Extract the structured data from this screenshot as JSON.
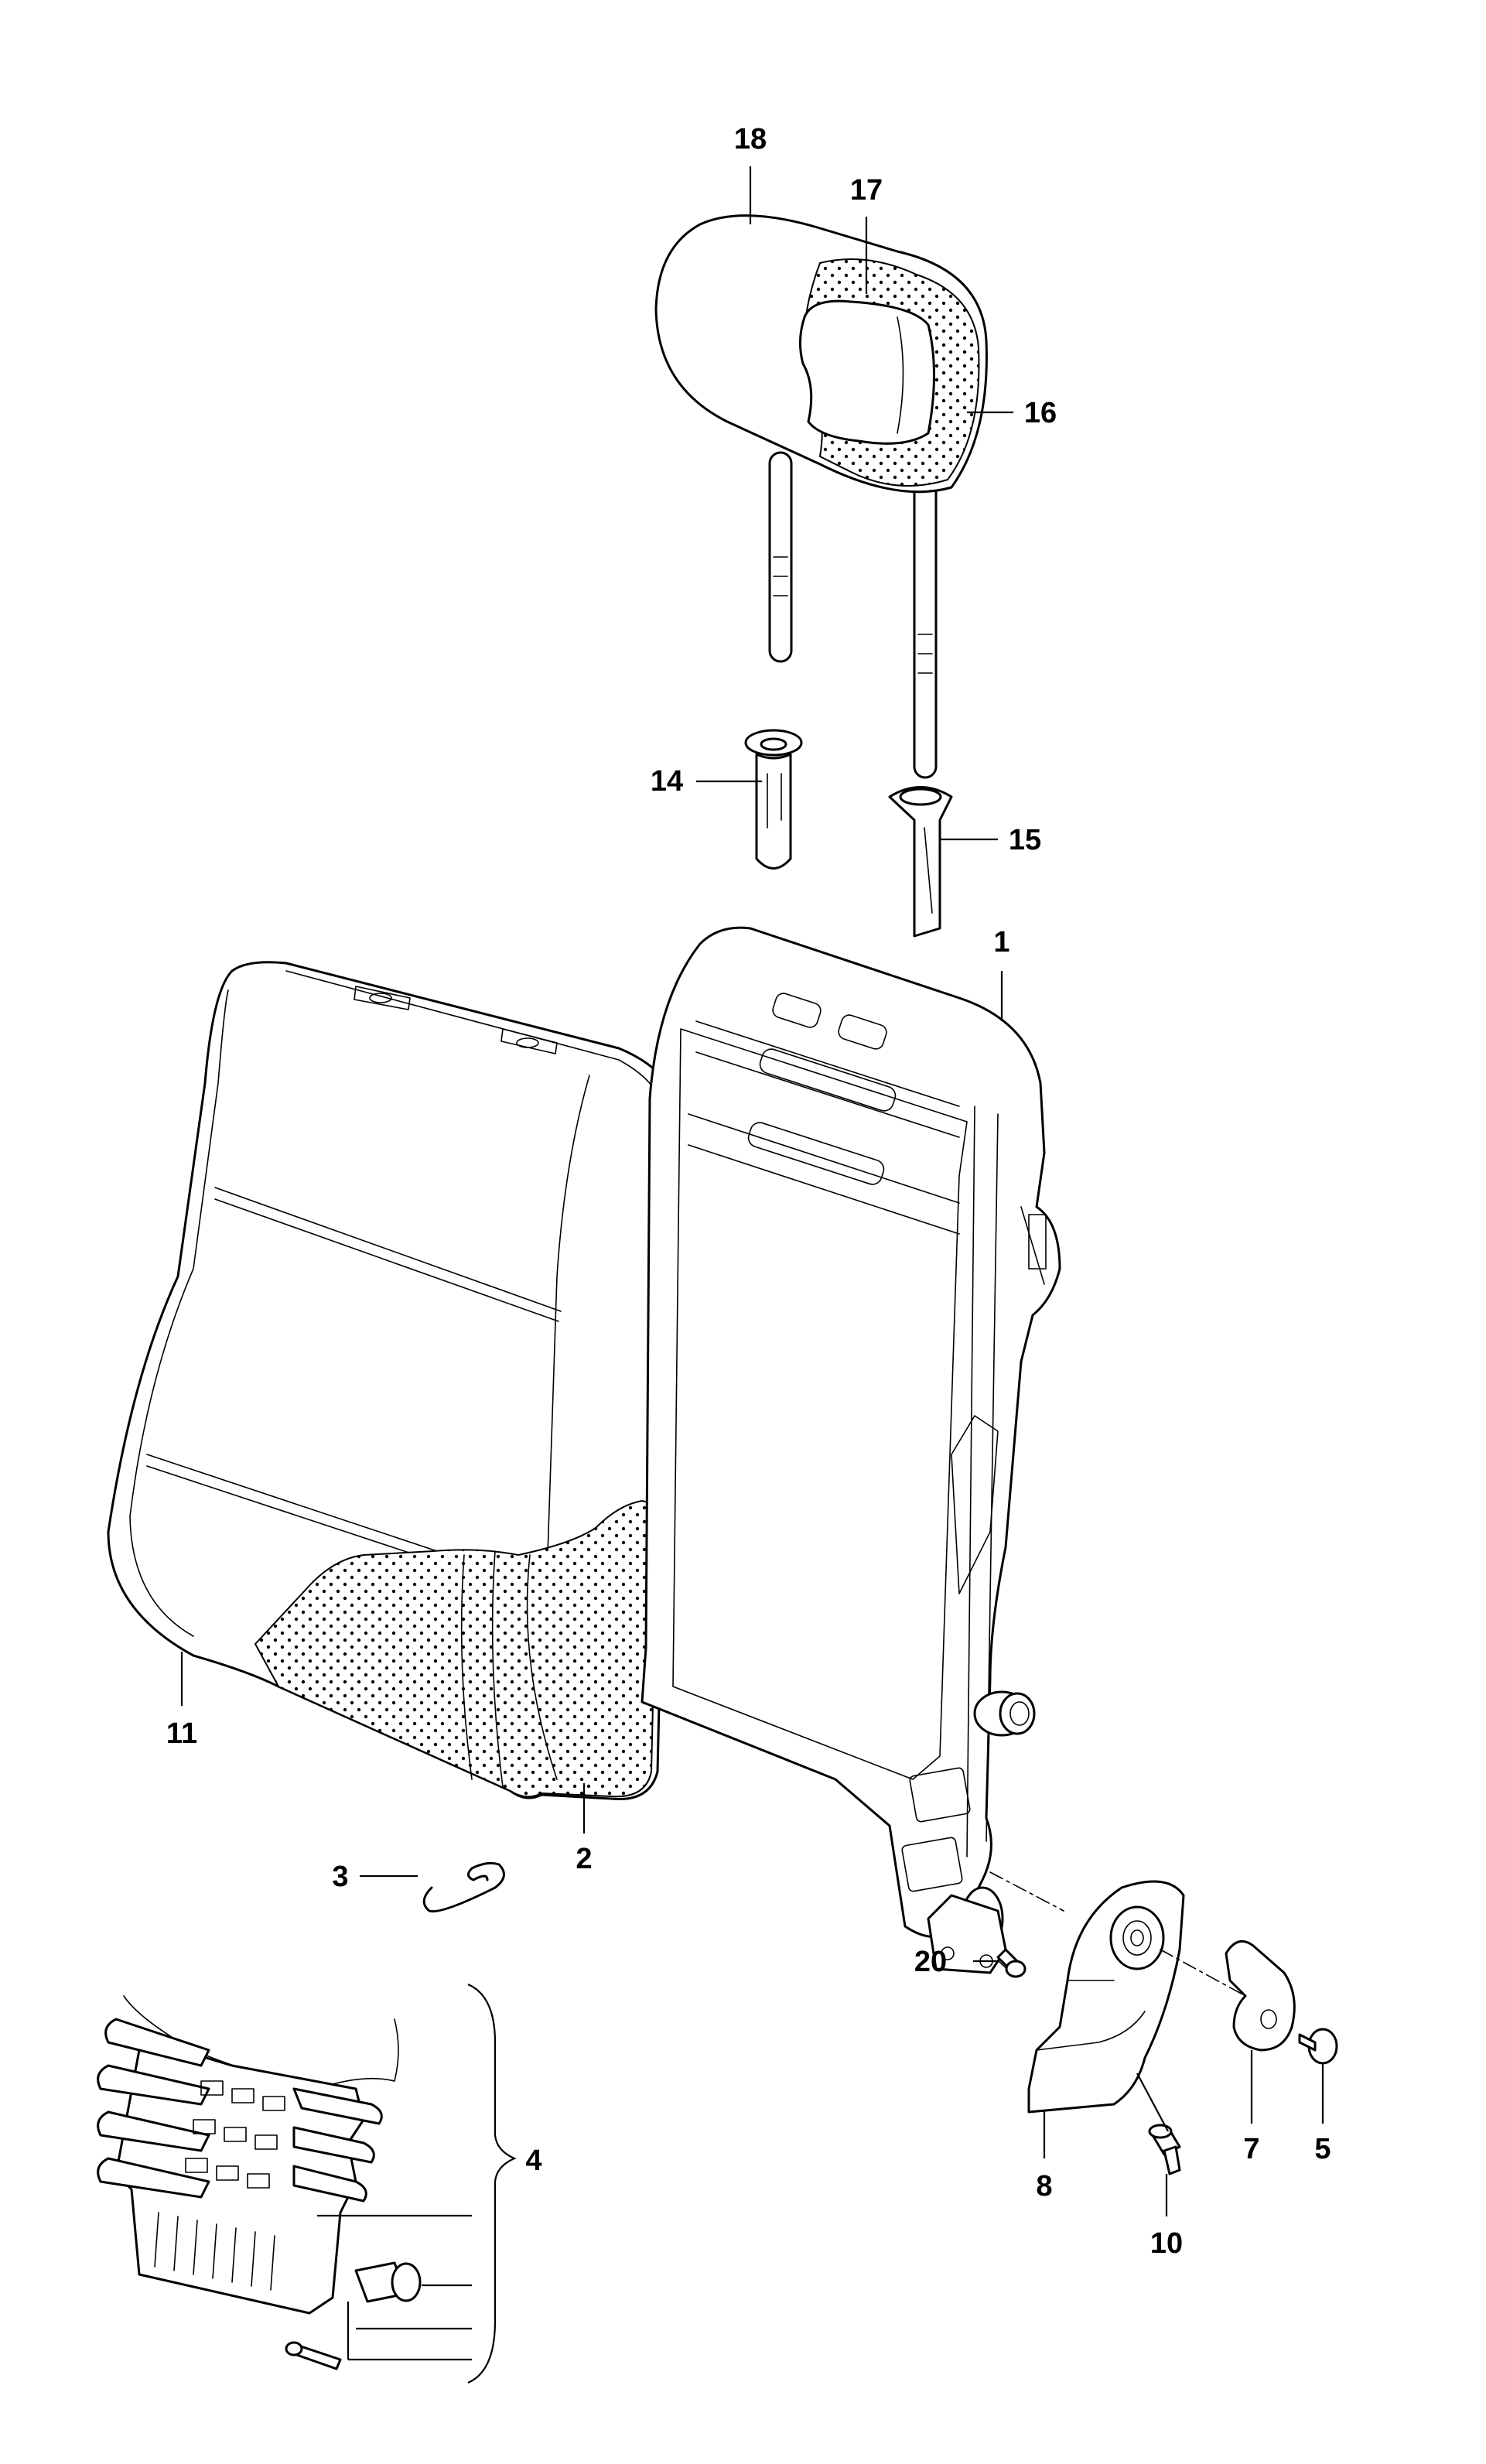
{
  "callouts": [
    {
      "id": "c18",
      "label": "18",
      "part": "headrest"
    },
    {
      "id": "c17",
      "label": "17",
      "part": "headrest-cover"
    },
    {
      "id": "c16",
      "label": "16",
      "part": "headrest-foam"
    },
    {
      "id": "c14",
      "label": "14",
      "part": "guide-sleeve-left"
    },
    {
      "id": "c15",
      "label": "15",
      "part": "guide-sleeve-right"
    },
    {
      "id": "c1",
      "label": "1",
      "part": "backrest-frame"
    },
    {
      "id": "c11",
      "label": "11",
      "part": "backrest-cover"
    },
    {
      "id": "c2",
      "label": "2",
      "part": "backrest-padding"
    },
    {
      "id": "c3",
      "label": "3",
      "part": "clip"
    },
    {
      "id": "c4",
      "label": "4",
      "part": "lumbar-support-assembly"
    },
    {
      "id": "c20",
      "label": "20",
      "part": "screw"
    },
    {
      "id": "c8",
      "label": "8",
      "part": "hinge-trim"
    },
    {
      "id": "c7",
      "label": "7",
      "part": "cover-cap"
    },
    {
      "id": "c5",
      "label": "5",
      "part": "expanding-rivet"
    },
    {
      "id": "c10",
      "label": "10",
      "part": "clip-fastener"
    }
  ]
}
